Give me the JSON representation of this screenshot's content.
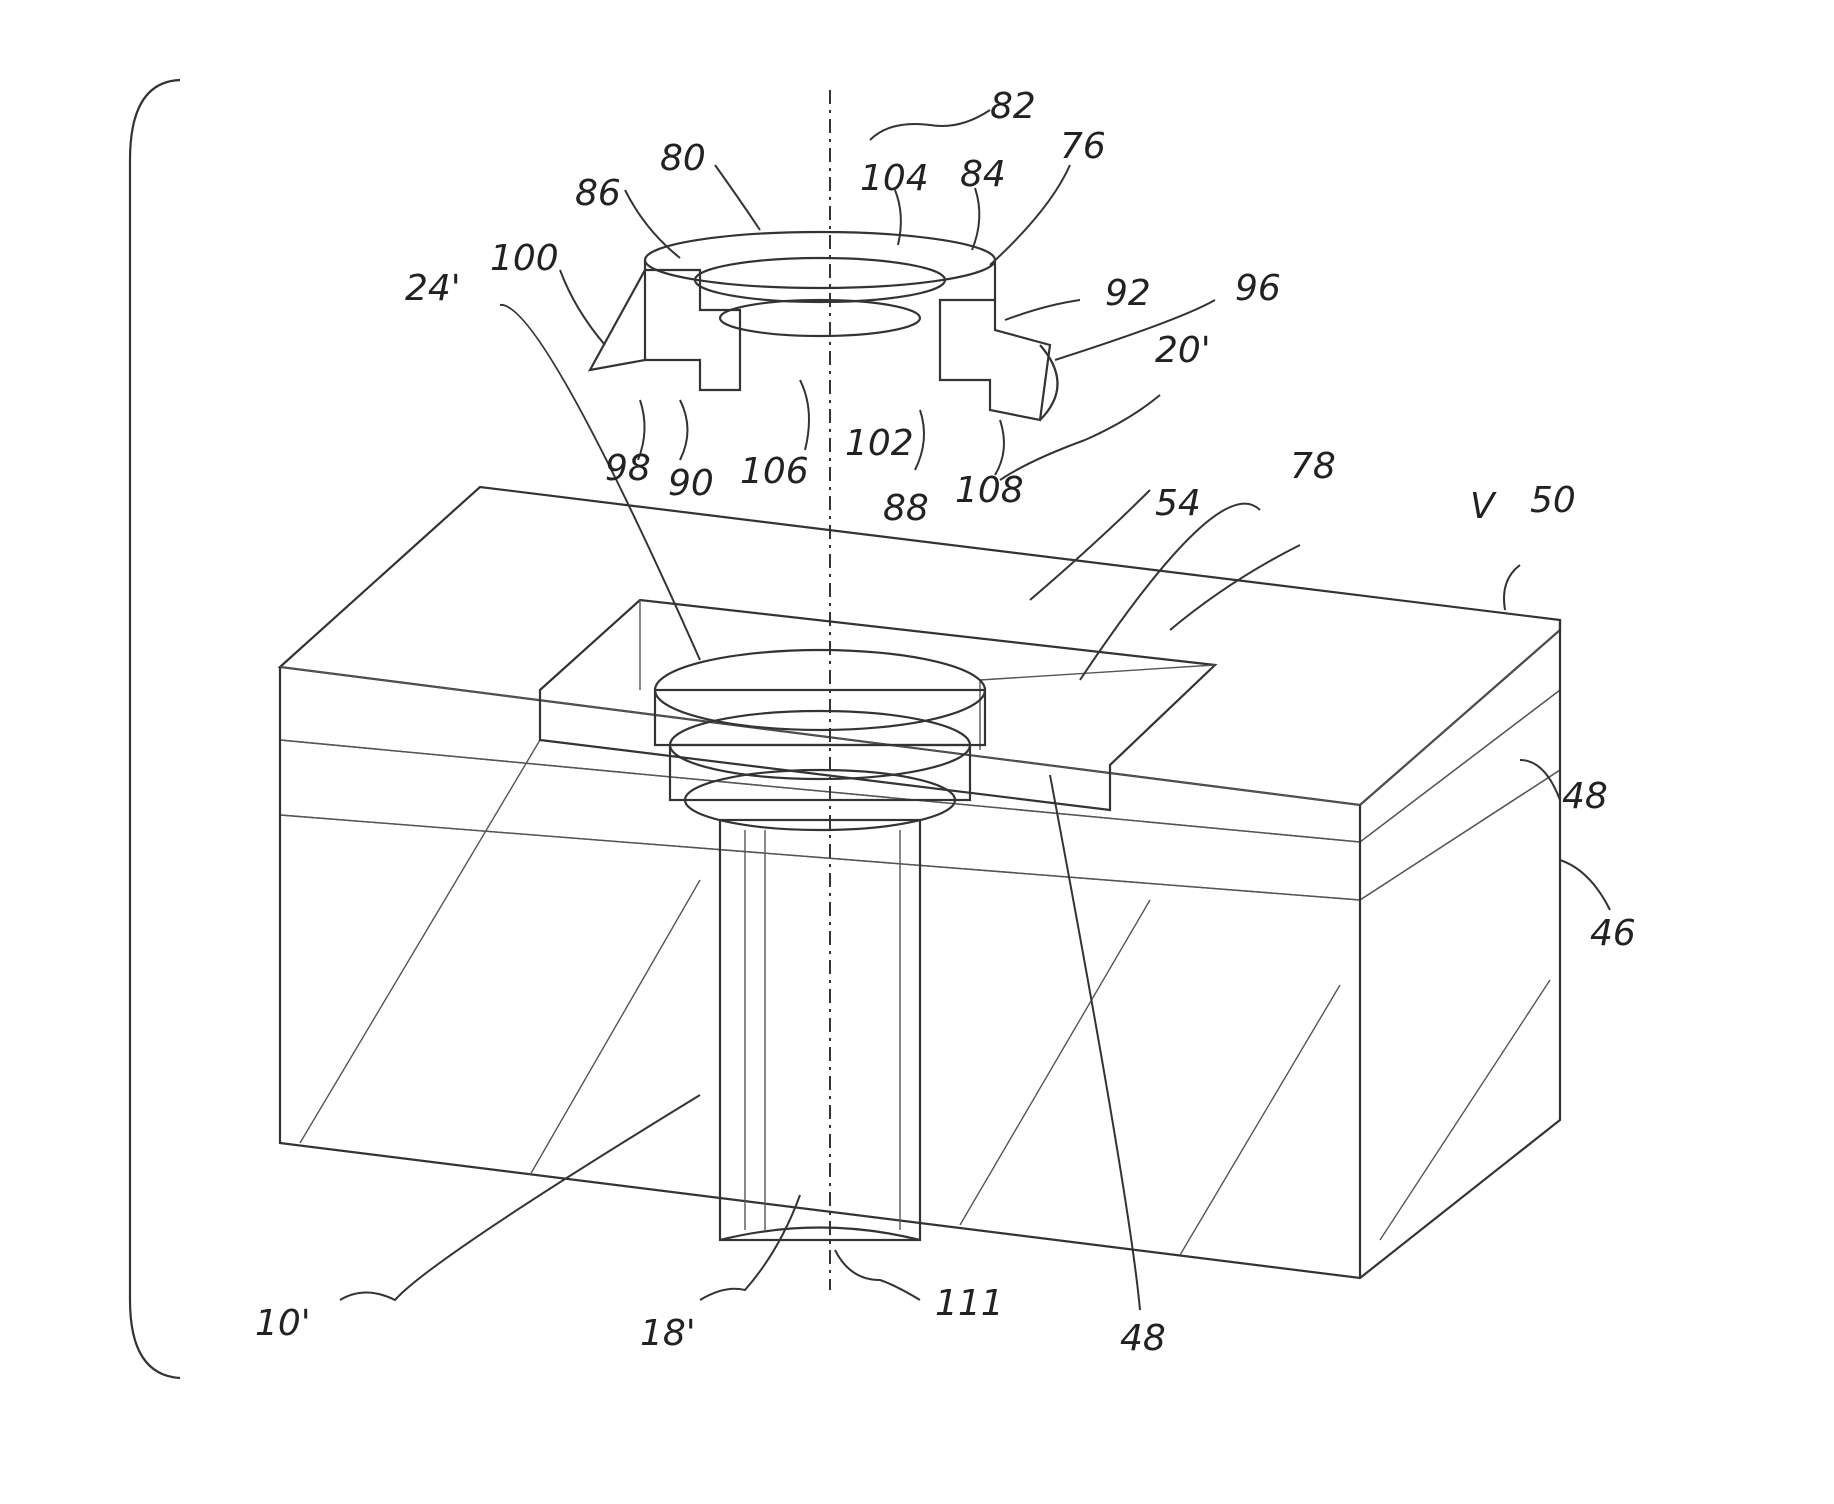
{
  "figure": {
    "colors": {
      "ink": "#333333",
      "paper": "#ffffff",
      "stipple": "#666666"
    },
    "labels": {
      "l82": "82",
      "l80": "80",
      "l104": "104",
      "l84": "84",
      "l76": "76",
      "l86": "86",
      "l100": "100",
      "l24p": "24'",
      "l92": "92",
      "l96": "96",
      "l20p": "20'",
      "l98": "98",
      "l90": "90",
      "l106": "106",
      "l102": "102",
      "l88": "88",
      "l108": "108",
      "l54": "54",
      "l78": "78",
      "lV": "V",
      "l50": "50",
      "l48a": "48",
      "l46": "46",
      "l10p": "10'",
      "l18p": "18'",
      "l111": "111",
      "l48b": "48"
    }
  }
}
